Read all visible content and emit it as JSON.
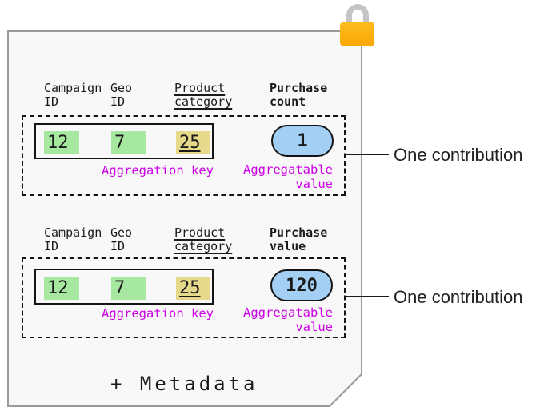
{
  "palette": {
    "card_bg": "#f8f8f8",
    "card_border": "#9a9a9a",
    "green": "#a6e8a0",
    "yellow": "#e6d98a",
    "blue": "#a2cff3",
    "magenta": "#cc00e6",
    "lock_orange_1": "#fcbd21",
    "lock_orange_2": "#f9a602",
    "lock_shackle": "#c4c4c4",
    "ink": "#1a1a1a"
  },
  "lock": {
    "icon": "lock-icon"
  },
  "contributions": [
    {
      "columns": [
        {
          "line1": "Campaign",
          "line2": "ID"
        },
        {
          "line1": "Geo",
          "line2": "ID"
        },
        {
          "line1": "Product",
          "line2": "category"
        },
        {
          "line1": "Purchase",
          "line2": "count"
        }
      ],
      "key_cells": [
        "12",
        "7",
        "25"
      ],
      "key_label": "Aggregation key",
      "value": "1",
      "value_label": "Aggregatable\nvalue",
      "annotation": "One contribution"
    },
    {
      "columns": [
        {
          "line1": "Campaign",
          "line2": "ID"
        },
        {
          "line1": "Geo",
          "line2": "ID"
        },
        {
          "line1": "Product",
          "line2": "category"
        },
        {
          "line1": "Purchase",
          "line2": "value"
        }
      ],
      "key_cells": [
        "12",
        "7",
        "25"
      ],
      "key_label": "Aggregation key",
      "value": "120",
      "value_label": "Aggregatable\nvalue",
      "annotation": "One contribution"
    }
  ],
  "footer": "+ Metadata"
}
